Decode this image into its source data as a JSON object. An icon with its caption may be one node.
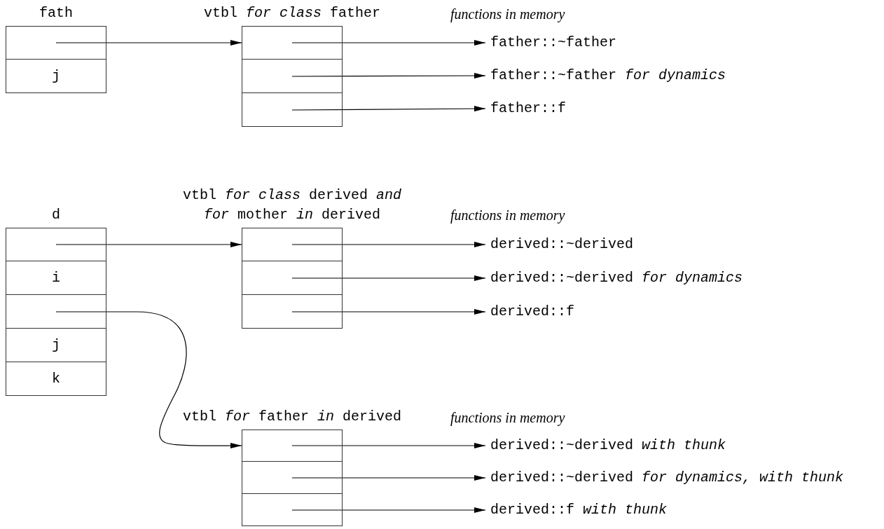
{
  "diagram": {
    "nodes": [
      {
        "text": [
          "fath"
        ]
      },
      {
        "text": [],
        "shape": "box",
        "in": 0
      },
      {
        "text": [
          "j"
        ],
        "in": 0
      },
      {
        "text": [
          "vtbl *for class* father"
        ]
      },
      {
        "text": [],
        "shape": "box",
        "in": 3
      },
      {
        "text": [],
        "shape": "box",
        "in": 3
      },
      {
        "text": [],
        "shape": "box",
        "in": 3
      },
      {
        "text": [
          "father::~father"
        ]
      },
      {
        "text": [
          "father::~father *for dynamics*"
        ]
      },
      {
        "text": [
          "father::f"
        ]
      },
      {
        "text": [
          "d"
        ]
      },
      {
        "text": [],
        "shape": "box",
        "in": 10
      },
      {
        "text": [
          "i"
        ],
        "in": 10
      },
      {
        "text": [],
        "shape": "box",
        "in": 10
      },
      {
        "text": [
          "j"
        ],
        "in": 10
      },
      {
        "text": [
          "k"
        ],
        "in": 10
      },
      {
        "text": [
          "vtbl *for class* derived *and for* mother *in* derived"
        ]
      },
      {
        "text": [],
        "shape": "box",
        "in": 16
      },
      {
        "text": [],
        "shape": "box",
        "in": 16
      },
      {
        "text": [],
        "shape": "box",
        "in": 16
      },
      {
        "text": [
          "derived::~derived"
        ]
      },
      {
        "text": [
          "derived::~derived *for dynamics*"
        ]
      },
      {
        "text": [
          "derived::f"
        ]
      },
      {
        "text": [
          "vtbl *for* father *in* derived"
        ]
      },
      {
        "text": [],
        "shape": "box",
        "in": 23
      },
      {
        "text": [],
        "shape": "box",
        "in": 23
      },
      {
        "text": [],
        "shape": "box",
        "in": 23
      },
      {
        "text": [
          "derived::~derived *with thunk*"
        ]
      },
      {
        "text": [
          "derived::~derived *for dynamics, with thunk*"
        ]
      },
      {
        "text": [
          "derived::f *with thunk*"
        ]
      }
    ],
    "edges": [
      {
        "from": 1,
        "to": 4,
        "arrow": "to"
      },
      {
        "from": 4,
        "to": 7,
        "arrow": "to"
      },
      {
        "from": 5,
        "to": 8,
        "arrow": "to"
      },
      {
        "from": 6,
        "to": 9,
        "arrow": "to"
      },
      {
        "from": 11,
        "to": 17,
        "arrow": "to"
      },
      {
        "from": 17,
        "to": 20,
        "arrow": "to"
      },
      {
        "from": 18,
        "to": 21,
        "arrow": "to"
      },
      {
        "from": 19,
        "to": 22,
        "arrow": "to"
      },
      {
        "from": 13,
        "to": 24,
        "arrow": "to"
      },
      {
        "from": 24,
        "to": 27,
        "arrow": "to"
      },
      {
        "from": 25,
        "to": 28,
        "arrow": "to"
      },
      {
        "from": 26,
        "to": 29,
        "arrow": "to"
      }
    ],
    "labels": [
      "functions in memory",
      "functions in memory",
      "functions in memory"
    ]
  }
}
